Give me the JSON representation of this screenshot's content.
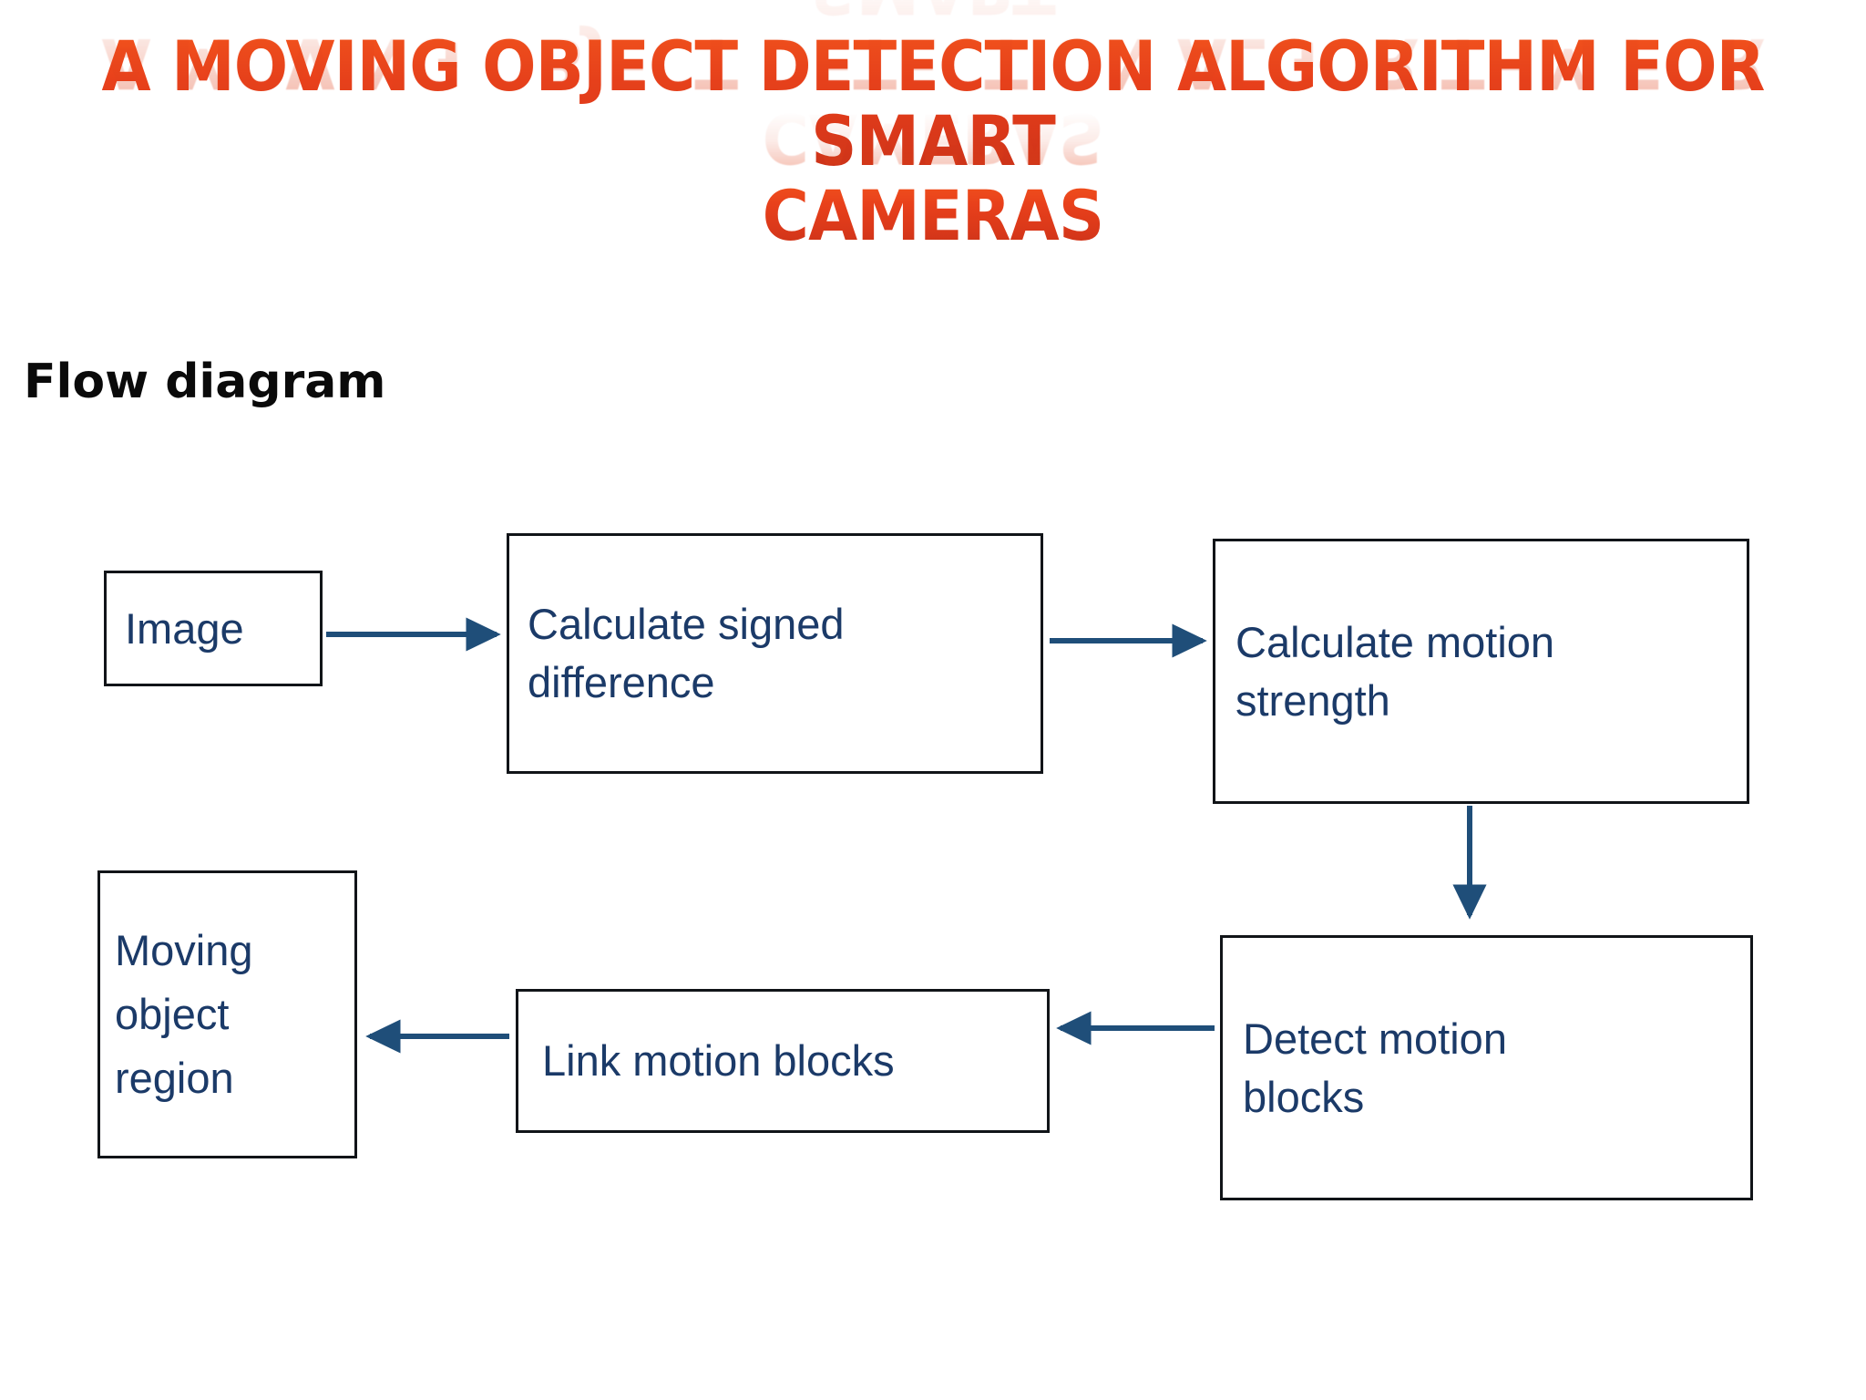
{
  "slide": {
    "background_color": "#ffffff",
    "title": {
      "line1": "A MOVING OBJECT DETECTION ALGORITHM FOR SMART",
      "line2": "CAMERAS",
      "color": "#E0431C",
      "style": "wordart-gradient-with-reflection"
    },
    "section_heading": "Flow diagram"
  },
  "flow": {
    "box_border_color": "#111418",
    "box_text_color": "#1B3A68",
    "arrow_color": "#1F4E79",
    "nodes": [
      {
        "id": "image",
        "label": "Image"
      },
      {
        "id": "signed-diff",
        "label": "Calculate signed\ndifference"
      },
      {
        "id": "motion-str",
        "label": "Calculate motion\nstrength"
      },
      {
        "id": "detect",
        "label": "Detect motion\nblocks"
      },
      {
        "id": "link",
        "label": "Link motion blocks"
      },
      {
        "id": "region",
        "label": "Moving\nobject\nregion"
      }
    ],
    "edges": [
      {
        "from": "image",
        "to": "signed-diff",
        "direction": "right"
      },
      {
        "from": "signed-diff",
        "to": "motion-str",
        "direction": "right"
      },
      {
        "from": "motion-str",
        "to": "detect",
        "direction": "down"
      },
      {
        "from": "detect",
        "to": "link",
        "direction": "left"
      },
      {
        "from": "link",
        "to": "region",
        "direction": "left"
      }
    ]
  }
}
